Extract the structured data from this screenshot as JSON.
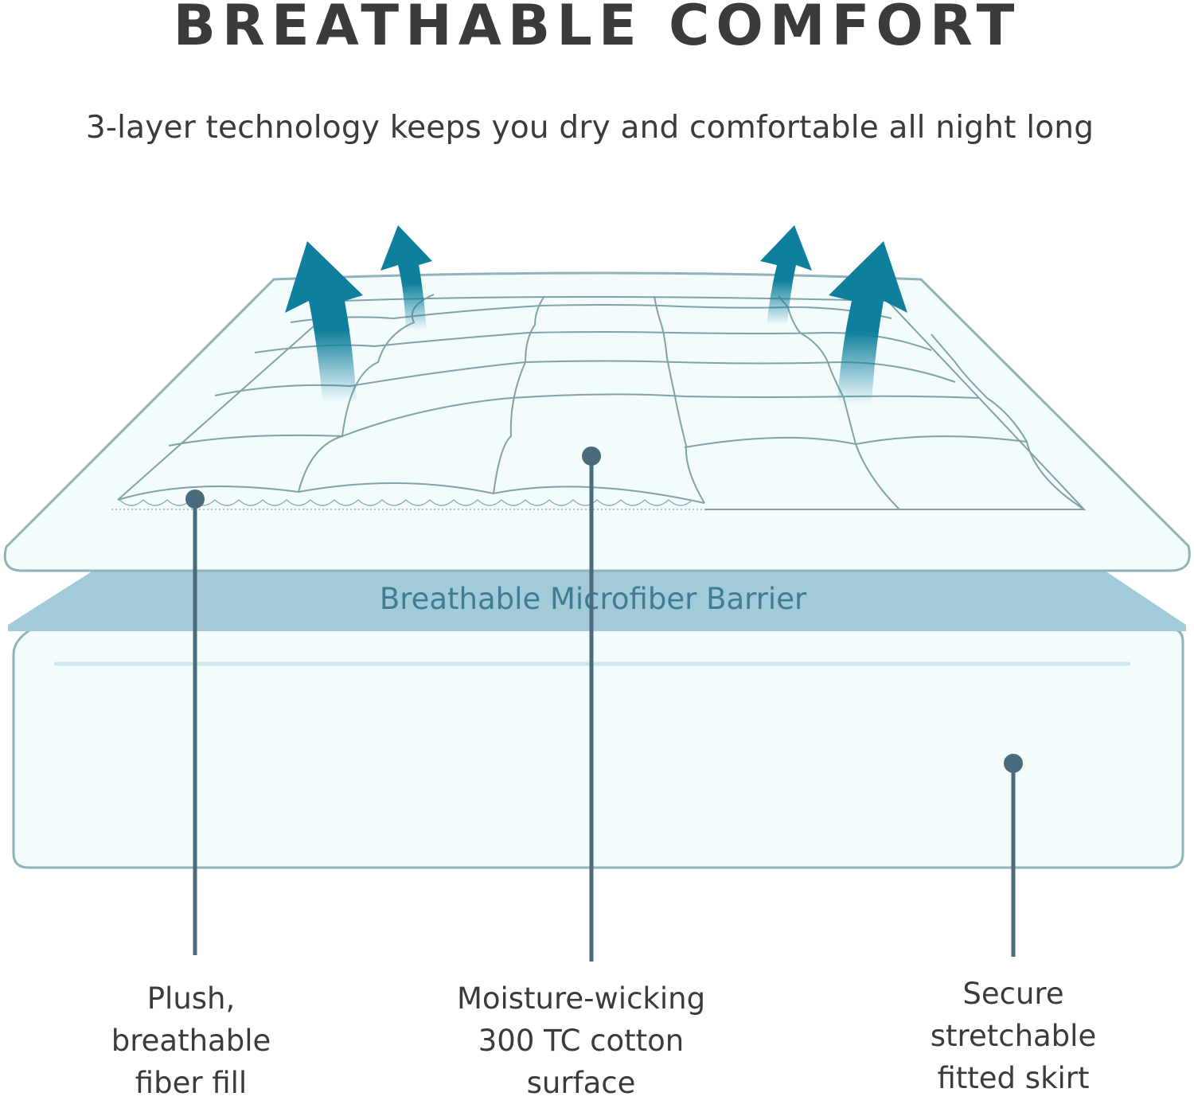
{
  "title": "BREATHABLE COMFORT",
  "subtitle": "3-layer technology keeps you dry and comfortable all night long",
  "layer_label": "Breathable Microfiber Barrier",
  "callouts": {
    "fiber_fill": [
      "Plush,",
      "breathable",
      "fiber fill"
    ],
    "cotton_surface": [
      "Moisture-wicking",
      "300 TC cotton",
      "surface"
    ],
    "fitted_skirt": [
      "Secure",
      "stretchable",
      "fitted skirt"
    ]
  },
  "colors": {
    "text": "#3b3b3b",
    "arrow": "#0e7f9c",
    "leader": "#4a6b7c",
    "outline": "#8fb3b8",
    "barrier": "#a3cad8",
    "barrier_text": "#3f7d94",
    "fill": "#f4fbfd"
  }
}
